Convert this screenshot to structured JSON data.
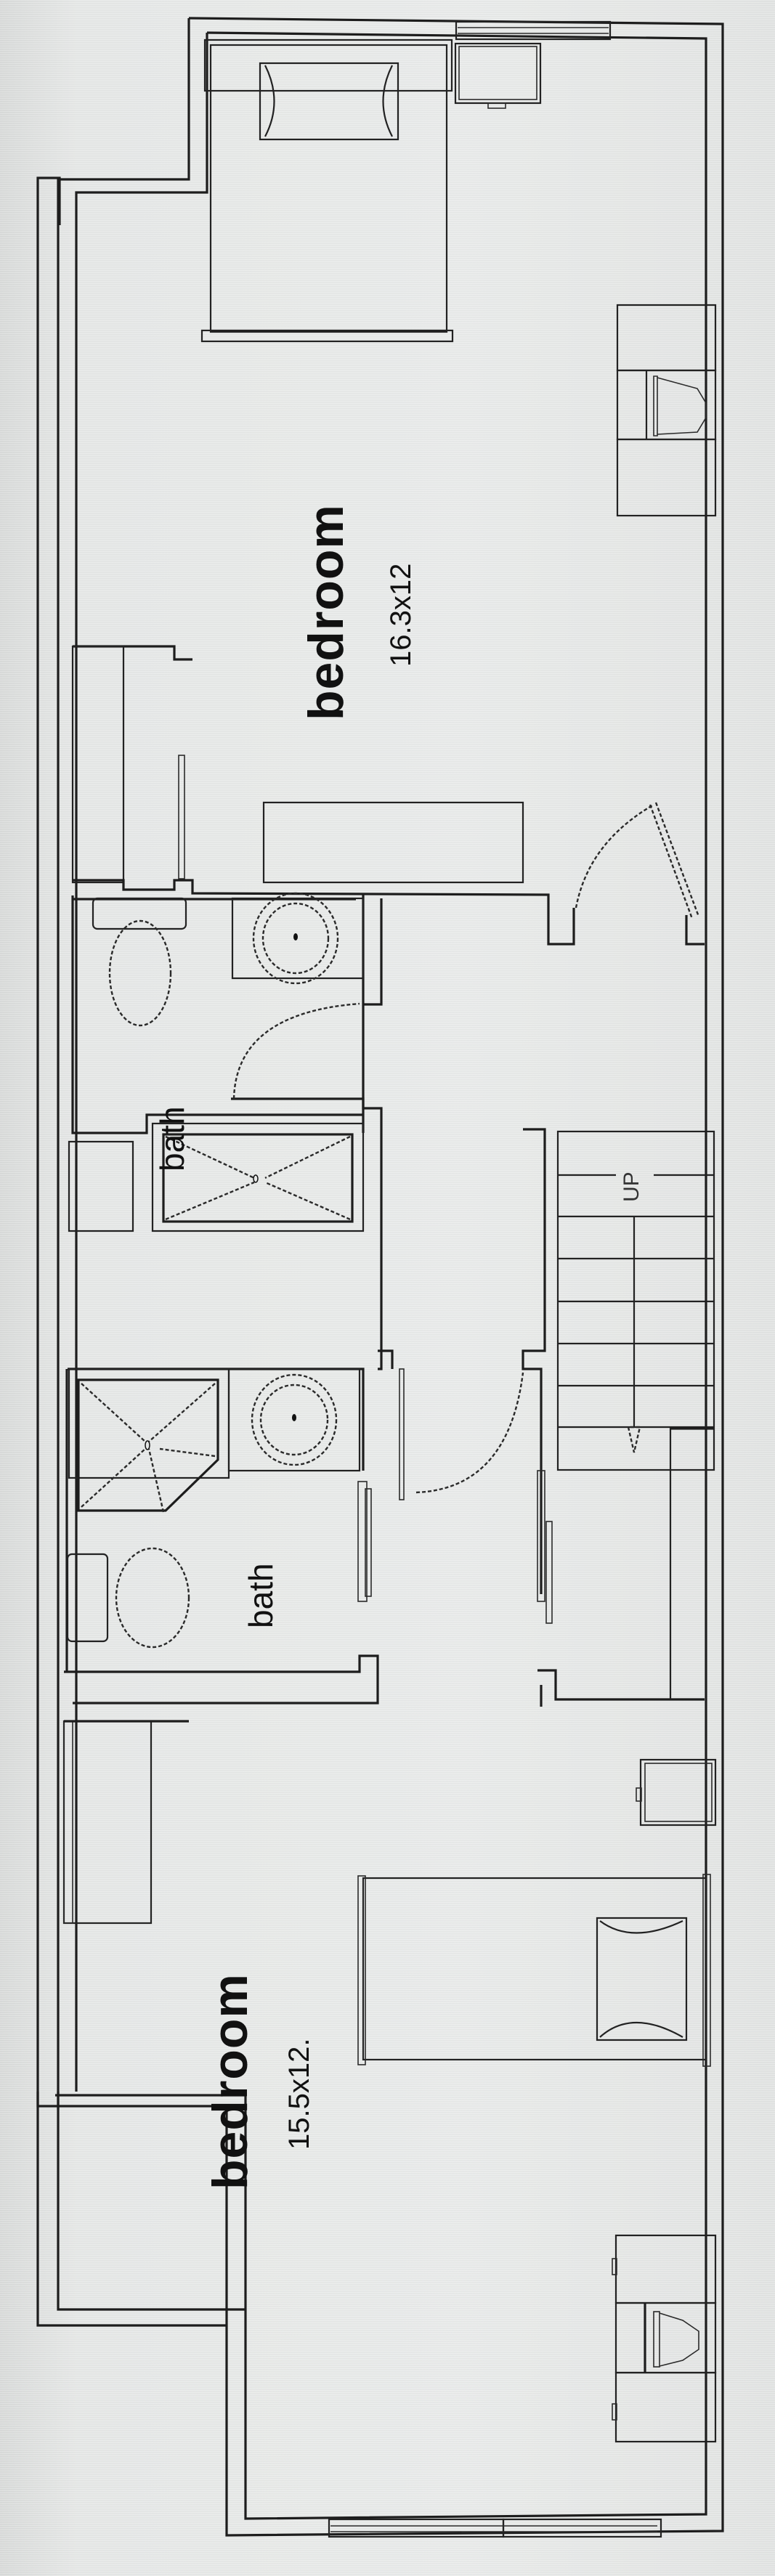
{
  "floor_plan": {
    "rooms": [
      {
        "id": "bedroom-upper",
        "name": "bedroom",
        "dimensions": "16.3x12"
      },
      {
        "id": "bath-upper",
        "name": "bath"
      },
      {
        "id": "bath-lower",
        "name": "bath"
      },
      {
        "id": "bedroom-lower",
        "name": "bedroom",
        "dimensions": "15.5x12."
      }
    ],
    "stairs": {
      "label": "UP"
    },
    "fixtures": [
      "bed",
      "bed",
      "nightstand",
      "nightstand",
      "desk",
      "desk",
      "closet",
      "closet",
      "tub",
      "tub",
      "shower",
      "shower",
      "toilet",
      "toilet",
      "vanity",
      "vanity"
    ],
    "colors": {
      "line": "#1d1d1d",
      "paper": "#e6e8e7"
    }
  }
}
